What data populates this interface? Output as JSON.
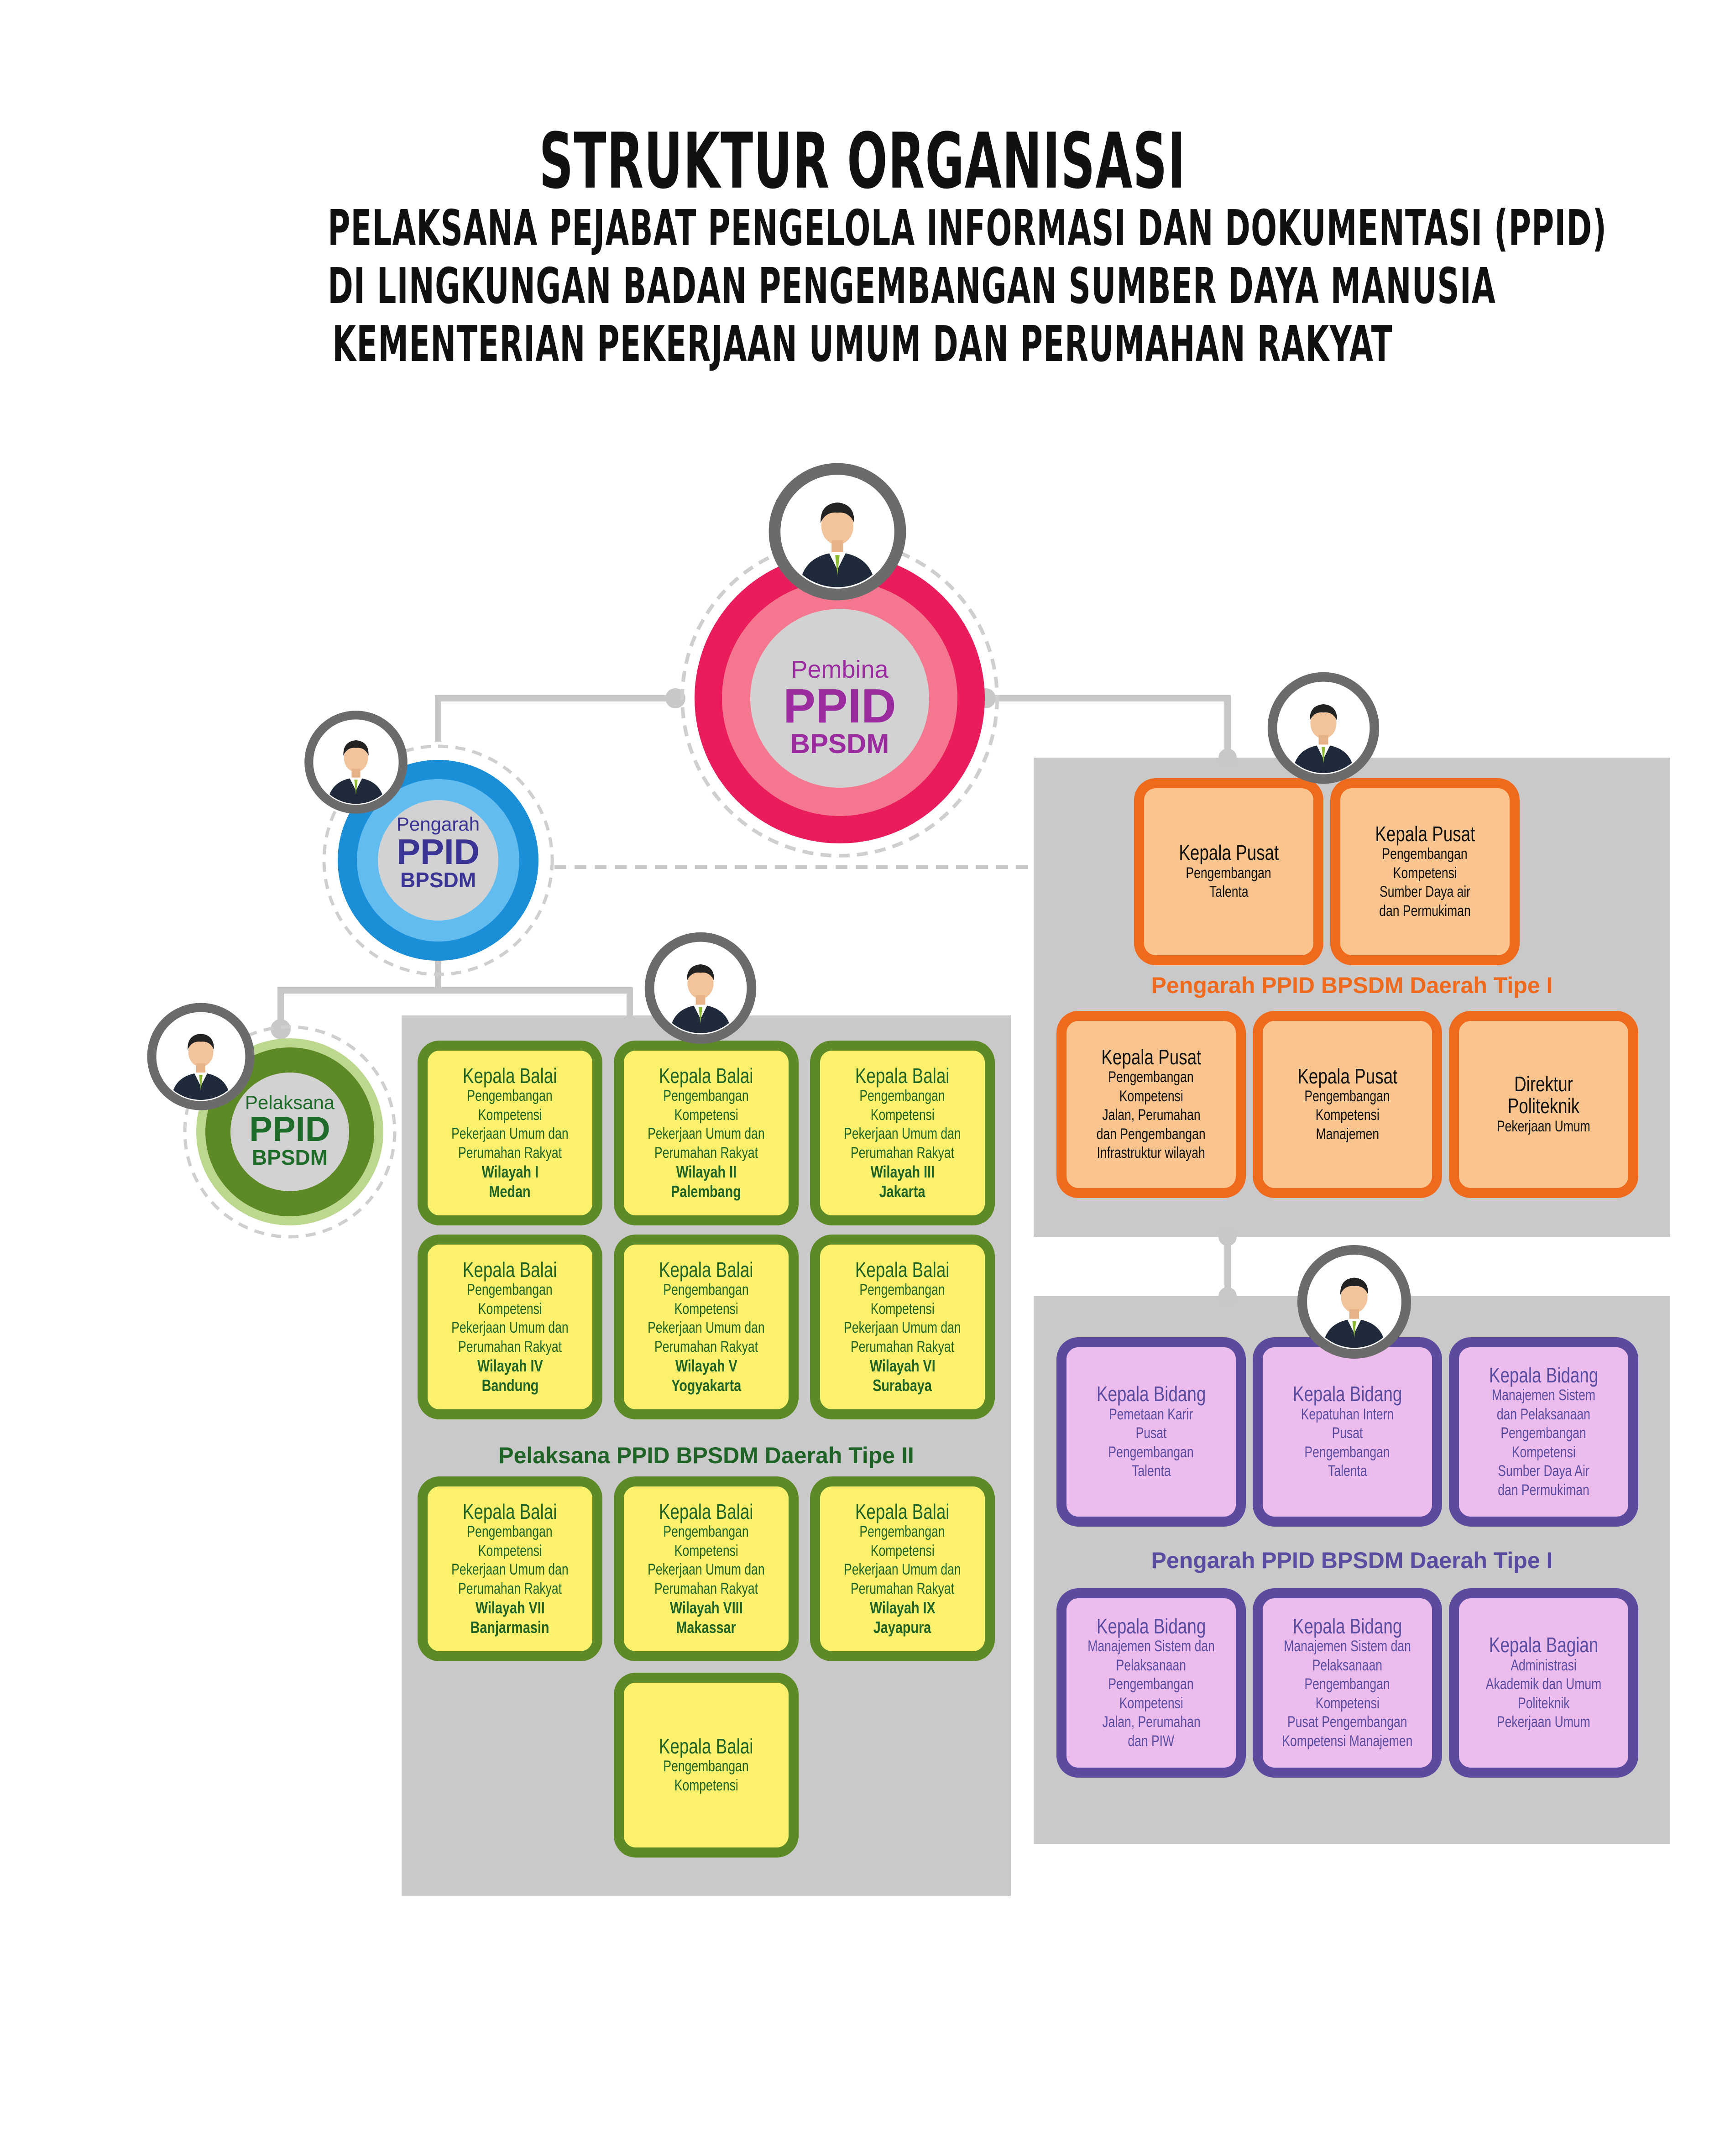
{
  "header": {
    "title": "STRUKTUR ORGANISASI",
    "lines": [
      "PELAKSANA PEJABAT PENGELOLA INFORMASI DAN DOKUMENTASI (PPID)",
      "DI LINGKUNGAN BADAN PENGEMBANGAN SUMBER DAYA MANUSIA",
      "KEMENTERIAN PEKERJAAN UMUM DAN PERUMAHAN RAKYAT"
    ]
  },
  "pembina": {
    "role": "Pembina",
    "main": "PPID",
    "sub": "BPSDM",
    "ring_color": "#e91c5c",
    "text_color": "#9b2ca0"
  },
  "pengarah": {
    "role": "Pengarah",
    "main": "PPID",
    "sub": "BPSDM",
    "ring_color": "#1a8fd8",
    "text_color": "#3a3595"
  },
  "pelaksana": {
    "role": "Pelaksana",
    "main": "PPID",
    "sub": "BPSDM",
    "ring_color": "#5d8a26",
    "text_color": "#1f6b2a"
  },
  "pelaksana_section": {
    "label": "Pelaksana PPID BPSDM Daerah Tipe II",
    "boxes": [
      {
        "title": "Kepala Balai",
        "lines": [
          "Pengembangan",
          "Kompetensi",
          "Pekerjaan Umum dan",
          "Perumahan Rakyat"
        ],
        "bold": [
          "Wilayah I",
          "Medan"
        ]
      },
      {
        "title": "Kepala Balai",
        "lines": [
          "Pengembangan",
          "Kompetensi",
          "Pekerjaan Umum dan",
          "Perumahan Rakyat"
        ],
        "bold": [
          "Wilayah II",
          "Palembang"
        ]
      },
      {
        "title": "Kepala Balai",
        "lines": [
          "Pengembangan",
          "Kompetensi",
          "Pekerjaan Umum dan",
          "Perumahan Rakyat"
        ],
        "bold": [
          "Wilayah III",
          "Jakarta"
        ]
      },
      {
        "title": "Kepala Balai",
        "lines": [
          "Pengembangan",
          "Kompetensi",
          "Pekerjaan Umum dan",
          "Perumahan Rakyat"
        ],
        "bold": [
          "Wilayah IV",
          "Bandung"
        ]
      },
      {
        "title": "Kepala Balai",
        "lines": [
          "Pengembangan",
          "Kompetensi",
          "Pekerjaan Umum dan",
          "Perumahan Rakyat"
        ],
        "bold": [
          "Wilayah V",
          "Yogyakarta"
        ]
      },
      {
        "title": "Kepala Balai",
        "lines": [
          "Pengembangan",
          "Kompetensi",
          "Pekerjaan Umum dan",
          "Perumahan Rakyat"
        ],
        "bold": [
          "Wilayah VI",
          "Surabaya"
        ]
      },
      {
        "title": "Kepala Balai",
        "lines": [
          "Pengembangan",
          "Kompetensi",
          "Pekerjaan Umum dan",
          "Perumahan Rakyat"
        ],
        "bold": [
          "Wilayah VII",
          "Banjarmasin"
        ]
      },
      {
        "title": "Kepala Balai",
        "lines": [
          "Pengembangan",
          "Kompetensi",
          "Pekerjaan Umum dan",
          "Perumahan Rakyat"
        ],
        "bold": [
          "Wilayah VIII",
          "Makassar"
        ]
      },
      {
        "title": "Kepala Balai",
        "lines": [
          "Pengembangan",
          "Kompetensi",
          "Pekerjaan Umum dan",
          "Perumahan Rakyat"
        ],
        "bold": [
          "Wilayah IX",
          "Jayapura"
        ]
      },
      {
        "title": "Kepala Balai",
        "lines": [
          "Pengembangan",
          "Kompetensi"
        ],
        "bold": []
      }
    ]
  },
  "orange_section": {
    "label": "Pengarah PPID BPSDM Daerah Tipe I",
    "boxes": [
      {
        "title": "Kepala Pusat",
        "lines": [
          "Pengembangan",
          "Talenta"
        ],
        "bold": []
      },
      {
        "title": "Kepala Pusat",
        "lines": [
          "Pengembangan",
          "Kompetensi",
          "Sumber Daya air",
          "dan Permukiman"
        ],
        "bold": []
      },
      {
        "title": "Kepala Pusat",
        "lines": [
          "Pengembangan",
          "Kompetensi",
          "Jalan, Perumahan",
          "dan Pengembangan",
          "Infrastruktur wilayah"
        ],
        "bold": []
      },
      {
        "title": "Kepala Pusat",
        "lines": [
          "Pengembangan",
          "Kompetensi",
          "Manajemen"
        ],
        "bold": []
      },
      {
        "title": "Direktur",
        "title2": "Politeknik",
        "lines": [
          "Pekerjaan Umum"
        ],
        "bold": []
      }
    ]
  },
  "purple_section": {
    "label": "Pengarah PPID BPSDM Daerah Tipe I",
    "boxes": [
      {
        "title": "Kepala Bidang",
        "lines": [
          "Pemetaan Karir",
          "Pusat",
          "Pengembangan",
          "Talenta"
        ],
        "bold": []
      },
      {
        "title": "Kepala Bidang",
        "lines": [
          "Kepatuhan Intern",
          "Pusat",
          "Pengembangan",
          "Talenta"
        ],
        "bold": []
      },
      {
        "title": "Kepala Bidang",
        "lines": [
          "Manajemen Sistem",
          "dan Pelaksanaan",
          "Pengembangan",
          "Kompetensi",
          "Sumber Daya Air",
          "dan Permukiman"
        ],
        "bold": []
      },
      {
        "title": "Kepala Bidang",
        "lines": [
          "Manajemen Sistem dan",
          "Pelaksanaan",
          "Pengembangan",
          "Kompetensi",
          "Jalan, Perumahan",
          "dan PIW"
        ],
        "bold": []
      },
      {
        "title": "Kepala Bidang",
        "lines": [
          "Manajemen Sistem dan",
          "Pelaksanaan",
          "Pengembangan",
          "Kompetensi",
          "Pusat Pengembangan",
          "Kompetensi Manajemen"
        ],
        "bold": []
      },
      {
        "title": "Kepala Bagian",
        "lines": [
          "Administrasi",
          "Akademik dan Umum",
          "Politeknik",
          "Pekerjaan Umum"
        ],
        "bold": []
      }
    ]
  },
  "icons": {
    "person": "person-avatar-icon"
  }
}
